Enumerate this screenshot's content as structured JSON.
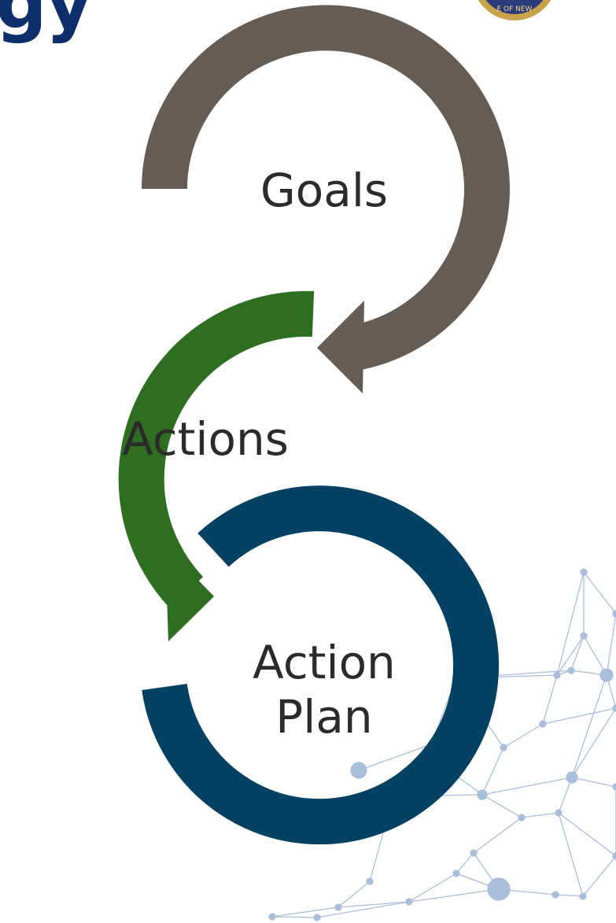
{
  "header": {
    "title_fragment": "gy"
  },
  "diagram": {
    "type": "cycle-flow",
    "stages": [
      {
        "id": "goals",
        "label": "Goals",
        "color": "#675c53"
      },
      {
        "id": "actions",
        "label": "Actions",
        "color": "#2d6e21"
      },
      {
        "id": "action-plan",
        "label_lines": [
          "Action",
          "Plan"
        ],
        "color": "#044163"
      }
    ]
  },
  "decor": {
    "network_color": "#a9bedb",
    "seal_border": "#c9a24a",
    "seal_fill": "#2b3b7a"
  }
}
